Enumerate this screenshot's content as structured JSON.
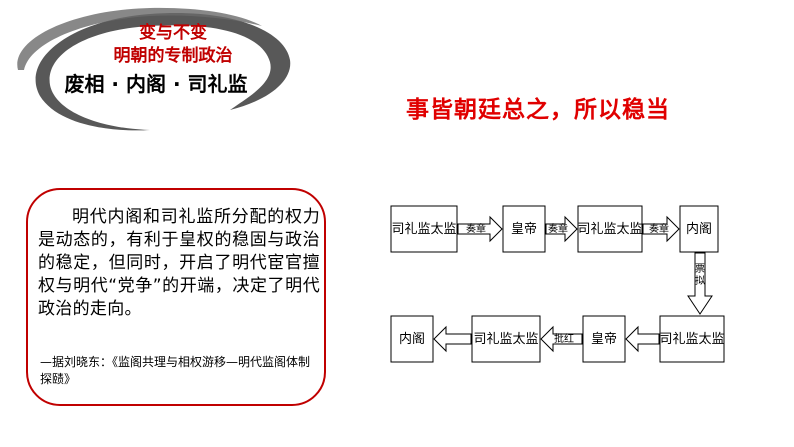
{
  "title": {
    "line1": "变与不变",
    "line2": "明朝的专制政治",
    "line3": "废相 · 内阁 · 司礼监"
  },
  "headline": "事皆朝廷总之，所以稳当",
  "quote": {
    "text": "明代内阁和司礼监所分配的权力是动态的，有利于皇权的稳固与政治的稳定，但同时，开启了明代宦官擅权与明代“党争”的开端，决定了明代政治的走向。",
    "source": "—据刘晓东：《监阁共理与相权游移—明代监阁体制探赜》"
  },
  "flow": {
    "row1": [
      "司礼监太监",
      "皇帝",
      "司礼监太监",
      "内阁"
    ],
    "row1_arrows": [
      "奏章",
      "奏章",
      "奏章"
    ],
    "down_arrow": "票拟",
    "row2": [
      "内阁",
      "司礼监太监",
      "皇帝",
      "司礼监太监"
    ],
    "row2_arrows": [
      "",
      "批红",
      ""
    ]
  },
  "colors": {
    "accent": "#c00000",
    "headline": "#e00000"
  }
}
